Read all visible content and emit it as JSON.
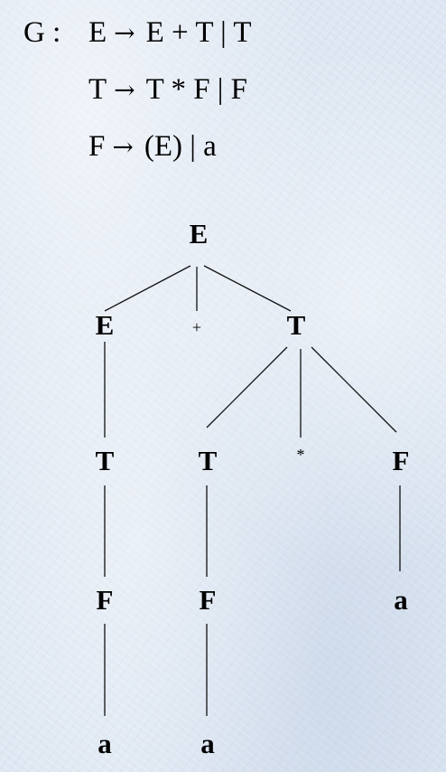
{
  "grammar": {
    "name": "G :",
    "productions": [
      {
        "lhs": "E",
        "arrow": "→",
        "rhs": "E + T | T"
      },
      {
        "lhs": "T",
        "arrow": "→",
        "rhs": "T * F | F"
      },
      {
        "lhs": "F",
        "arrow": "→",
        "rhs": "(E) | a"
      }
    ]
  },
  "tree": {
    "root": "E",
    "level1": {
      "left": "E",
      "op": "+",
      "right": "T"
    },
    "level2": {
      "left": "T",
      "mid_left": "T",
      "op": "*",
      "right": "F"
    },
    "level3": {
      "left": "F",
      "mid_left": "F",
      "right": "a"
    },
    "level4": {
      "left": "a",
      "mid_left": "a"
    }
  }
}
